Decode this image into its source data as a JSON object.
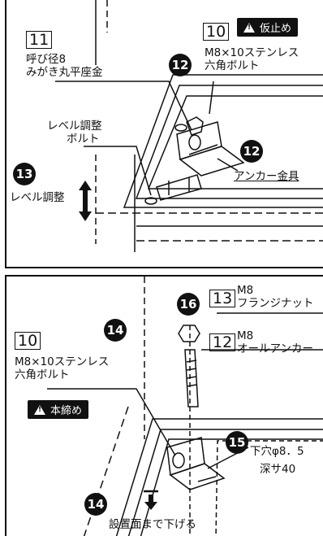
{
  "top": {
    "badge": "仮止め",
    "parts": [
      {
        "box": "11",
        "lines": [
          "呼び径8",
          "みがき丸平座金"
        ]
      },
      {
        "box": "10",
        "lines": [
          "M8×10ステンレス",
          "六角ボルト"
        ]
      }
    ],
    "level_bolt_label": [
      "レベル調整",
      "ボルト"
    ],
    "anchor_fitting_label": "アンカー金具",
    "level_adjust_label": "レベル調整",
    "circles": [
      "12",
      "12",
      "13"
    ]
  },
  "bottom": {
    "badge": "本締め",
    "parts": [
      {
        "box": "10",
        "lines": [
          "M8×10ステンレス",
          "六角ボルト"
        ]
      },
      {
        "box": "13",
        "lines": [
          "M8",
          "フランジナット"
        ]
      },
      {
        "box": "12",
        "lines": [
          "M8",
          "オールアンカー"
        ]
      }
    ],
    "hole_label": [
      "下穴φ8．5",
      "深サ40"
    ],
    "lower_label": "設置面まで下げる",
    "circles": [
      "14",
      "16",
      "15",
      "14"
    ]
  },
  "icons": [
    "warning-icon",
    "double-arrow-icon",
    "down-arrow-icon"
  ]
}
